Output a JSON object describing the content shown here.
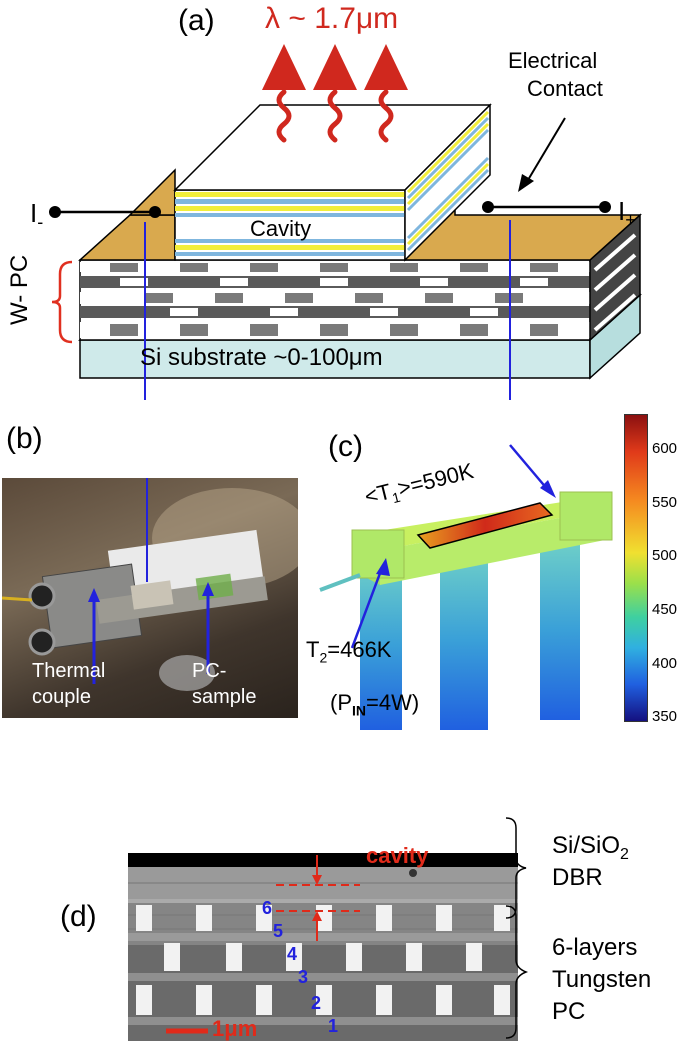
{
  "panel_a": {
    "label": "(a)",
    "wavelength": "λ ~ 1.7μm",
    "electrical_contact_line1": "Electrical",
    "electrical_contact_line2": "Contact",
    "i_minus": "I",
    "i_minus_sub": "-",
    "i_plus": "I",
    "i_plus_sub": "+",
    "cavity": "Cavity",
    "wpc": "W- PC",
    "substrate": "Si substrate ~0-100μm"
  },
  "panel_b": {
    "label": "(b)",
    "thermal_line1": "Thermal",
    "thermal_line2": "couple",
    "pc_line1": "PC-",
    "pc_line2": "sample"
  },
  "panel_c": {
    "label": "(c)",
    "t1": "<T",
    "t1_sub": "1",
    "t1_val": ">=590K",
    "t2": "T",
    "t2_sub": "2",
    "t2_val": "=466K",
    "pin": "(P",
    "pin_sub": "IN",
    "pin_val": "=4W)",
    "colorbar_ticks": [
      "600",
      "550",
      "500",
      "450",
      "400",
      "350"
    ]
  },
  "panel_d": {
    "label": "(d)",
    "cavity": "cavity",
    "dbr_line1": "Si/SiO",
    "dbr_sub": "2",
    "dbr_line2": "DBR",
    "pc_line1": "6-layers",
    "pc_line2": "Tungsten",
    "pc_line3": "PC",
    "scale": "1μm",
    "layer_numbers": [
      "6",
      "5",
      "4",
      "3",
      "2",
      "1"
    ]
  },
  "colors": {
    "red": "#d0281e",
    "blue": "#2222dd",
    "gold": "#d9a94e",
    "substrate": "#cfeaea",
    "yellow_layer": "#f2ee3a",
    "blue_layer": "#7fb6de"
  }
}
